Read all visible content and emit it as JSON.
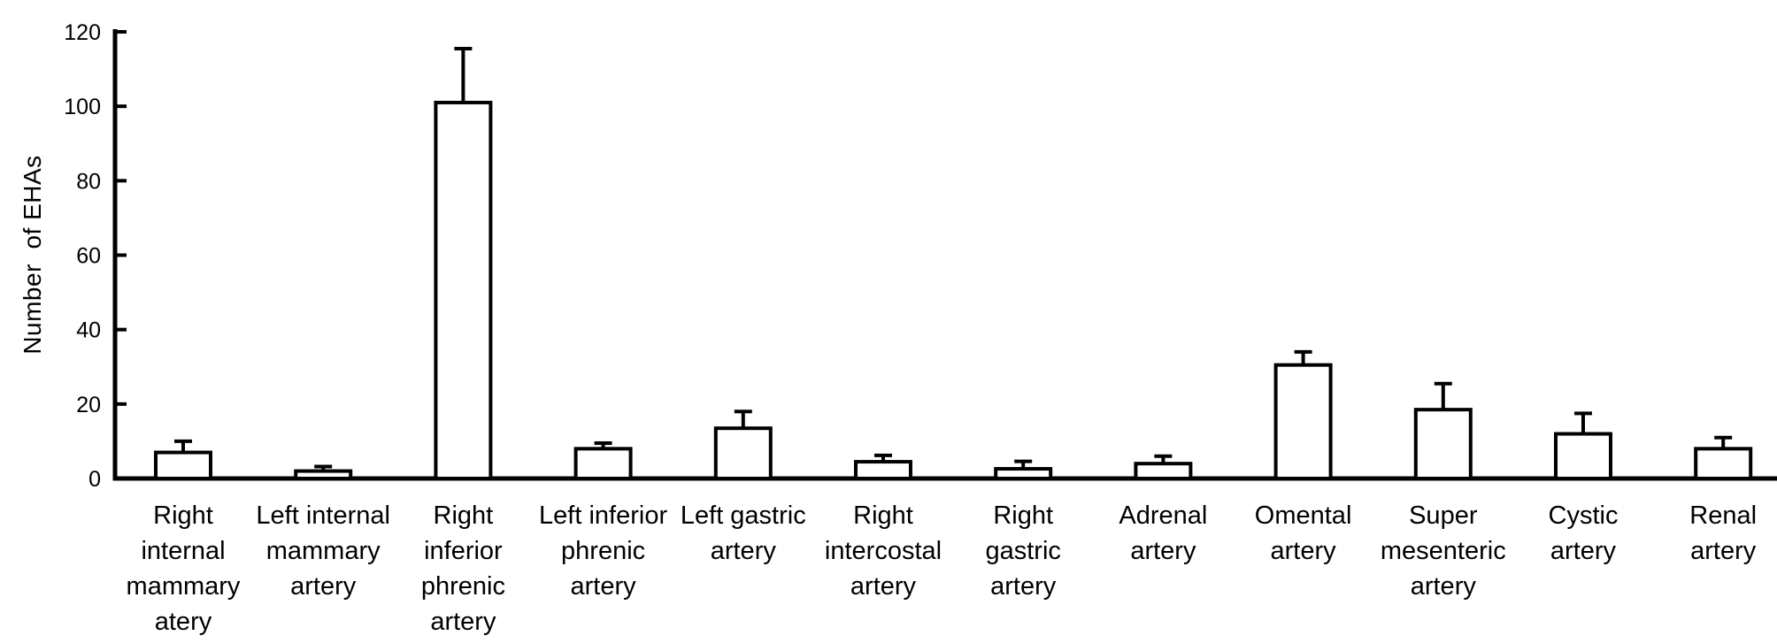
{
  "figure": {
    "background": "#ffffff",
    "foreground": "#000000"
  },
  "chart_data": {
    "type": "bar",
    "title": "",
    "xlabel": "",
    "ylabel": "Number  of EHAs",
    "ylim": [
      0,
      120
    ],
    "yticks": [
      "0",
      "20",
      "40",
      "60",
      "80",
      "100",
      "120"
    ],
    "ytick_values": [
      0,
      20,
      40,
      60,
      80,
      100,
      120
    ],
    "grid": "off",
    "legend": "none",
    "bar_fill": "#ffffff",
    "bar_stroke": "#000000",
    "error_bars": "upper whisker with cap",
    "categories": [
      "Right internal mammary atery",
      "Left internal mammary artery",
      "Right inferior phrenic artery",
      "Left inferior phrenic artery",
      "Left gastric artery",
      "Right intercostal artery",
      "Right gastric artery",
      "Adrenal artery",
      "Omental artery",
      "Super mesenteric artery",
      "Cystic artery",
      "Renal artery"
    ],
    "category_lines": [
      [
        "Right",
        "internal",
        "mammary",
        "atery"
      ],
      [
        "Left internal",
        "mammary",
        "artery"
      ],
      [
        "Right",
        "inferior",
        "phrenic",
        "artery"
      ],
      [
        "Left inferior",
        "phrenic",
        "artery"
      ],
      [
        "Left gastric",
        "artery"
      ],
      [
        "Right",
        "intercostal",
        "artery"
      ],
      [
        "Right",
        "gastric",
        "artery"
      ],
      [
        "Adrenal",
        "artery"
      ],
      [
        "Omental",
        "artery"
      ],
      [
        "Super",
        "mesenteric",
        "artery"
      ],
      [
        "Cystic",
        "artery"
      ],
      [
        "Renal",
        "artery"
      ]
    ],
    "values": [
      7,
      2,
      101,
      8,
      13.5,
      4.5,
      2.6,
      4,
      30.5,
      18.5,
      12,
      8
    ],
    "upper_errors": [
      3,
      1.2,
      14.5,
      1.5,
      4.5,
      1.7,
      2,
      2,
      3.5,
      7,
      5.5,
      3
    ]
  }
}
